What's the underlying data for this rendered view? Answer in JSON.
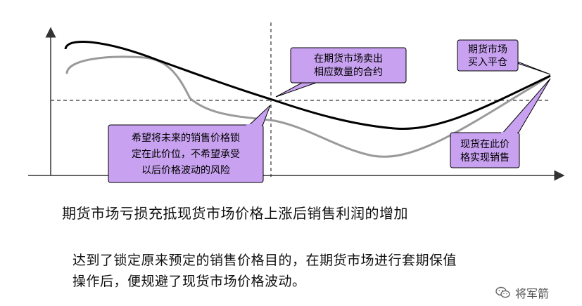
{
  "diagram": {
    "callouts": {
      "futures_sell": [
        "在期货市场卖出",
        "相应数量的合约"
      ],
      "futures_close": [
        "期货市场",
        "买入平仓"
      ],
      "spot_sell": [
        "现货在此价",
        "格实现销售"
      ],
      "hedge_goal": [
        "希望将未来的销售价格锁",
        "定在此价位，不希望承受",
        "以后价格波动的风险"
      ]
    },
    "colors": {
      "callout_fill": "#c8a2f0",
      "futures_curve": "#000000",
      "spot_curve": "#9a9a9a",
      "axis": "#333333"
    }
  },
  "captions": {
    "line1": "期货市场亏损充抵现货市场价格上涨后销售利润的增加",
    "line2a": "达到了锁定原来预定的销售价格目的，在期货市场进行套期保值",
    "line2b": "操作后，便规避了现货市场价格波动。"
  },
  "watermark": {
    "text": "将军箭",
    "icon": "wechat-icon"
  }
}
